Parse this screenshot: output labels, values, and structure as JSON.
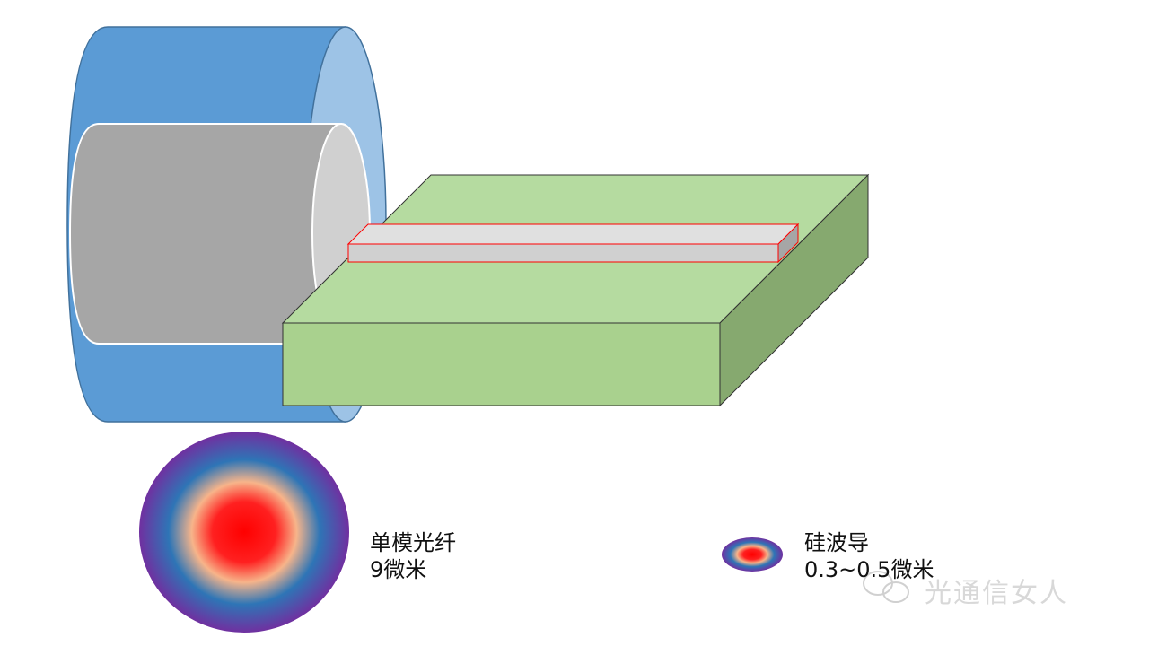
{
  "labels": {
    "fiber_name": "单模光纤",
    "fiber_size": "9微米",
    "waveguide_name": "硅波导",
    "waveguide_size": "0.3~0.5微米"
  },
  "watermark": "光通信女人",
  "colors": {
    "fiber_cladding": "#5b9bd5",
    "fiber_core": "#a6a6a6",
    "substrate": "#a9d18e",
    "waveguide": "#d9d9d9",
    "waveguide_outline": "#ff0000"
  }
}
